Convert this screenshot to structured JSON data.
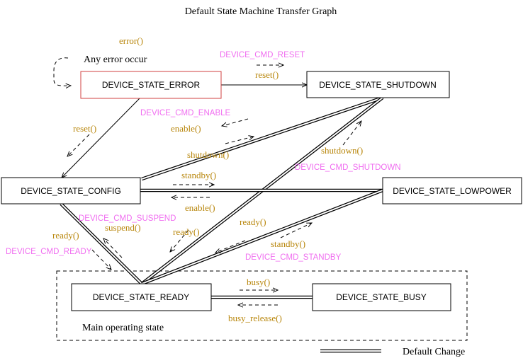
{
  "title": "Default State Machine Transfer Graph",
  "colors": {
    "function_label": "#b8860b",
    "command_label": "#f06ef0",
    "error_border": "#d04040",
    "line": "#000000"
  },
  "states": {
    "error": "DEVICE_STATE_ERROR",
    "shutdown": "DEVICE_STATE_SHUTDOWN",
    "config": "DEVICE_STATE_CONFIG",
    "lowpower": "DEVICE_STATE_LOWPOWER",
    "ready": "DEVICE_STATE_READY",
    "busy": "DEVICE_STATE_BUSY"
  },
  "notes": {
    "any_error": "Any error occur",
    "main_operating": "Main operating state",
    "legend_default_change": "Default Change"
  },
  "functions": {
    "error": "error()",
    "reset_error_shutdown": "reset()",
    "reset_error_config": "reset()",
    "enable_shutdown_config": "enable()",
    "shutdown_config": "shutdown()",
    "shutdown_ready": "shutdown()",
    "standby_config": "standby()",
    "enable_lowpower": "enable()",
    "suspend": "suspend()",
    "ready_config": "ready()",
    "ready_shutdown": "ready()",
    "ready_lowpower": "ready()",
    "standby_ready": "standby()",
    "busy": "busy()",
    "busy_release": "busy_release()"
  },
  "commands": {
    "reset": "DEVICE_CMD_RESET",
    "enable": "DEVICE_CMD_ENABLE",
    "shutdown": "DEVICE_CMD_SHUTDOWN",
    "suspend": "DEVICE_CMD_SUSPEND",
    "ready": "DEVICE_CMD_READY",
    "standby": "DEVICE_CMD_STANDBY"
  }
}
